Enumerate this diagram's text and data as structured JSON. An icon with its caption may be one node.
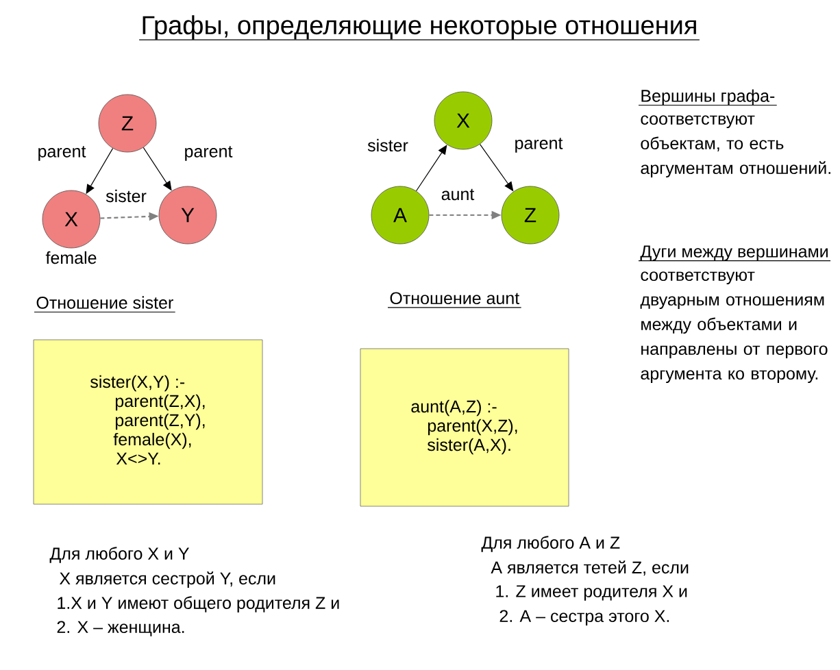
{
  "diagram": {
    "title": "Графы, определяющие некоторые отношения",
    "nodes": [
      {
        "text": [
          "Z"
        ]
      },
      {
        "text": [
          "X"
        ],
        "beside": [
          "female"
        ]
      },
      {
        "text": [
          "Y"
        ]
      },
      {
        "text": [
          "X"
        ]
      },
      {
        "text": [
          "A"
        ]
      },
      {
        "text": [
          "Z"
        ]
      },
      {
        "text": [
          "sister(X,Y) :-",
          "parent(Z,X),",
          "parent(Z,Y),",
          "female(X),",
          "X<>Y."
        ]
      },
      {
        "text": [
          "aunt(A,Z) :-",
          "parent(X,Z),",
          "sister(A,X)."
        ]
      }
    ],
    "edges": [
      {
        "from": 0,
        "to": 1,
        "arrow": "to",
        "label": "parent"
      },
      {
        "from": 0,
        "to": 2,
        "arrow": "to",
        "label": "parent"
      },
      {
        "from": 1,
        "to": 2,
        "arrow": "to",
        "label": "sister",
        "style": "dashed",
        "color": "#808080"
      },
      {
        "from": 4,
        "to": 3,
        "arrow": "to",
        "label": "sister"
      },
      {
        "from": 3,
        "to": 5,
        "arrow": "to",
        "label": "parent"
      },
      {
        "from": 4,
        "to": 5,
        "arrow": "to",
        "label": "aunt",
        "style": "dashed",
        "color": "#808080"
      }
    ],
    "labels": [
      "Отношение sister",
      "Отношение aunt",
      "Вершины графа-",
      "соответствуют объектам, то есть аргументам отношений.",
      "Дуги между вершинами",
      "соответствуют двуарным отношениям между объектами и направлены от первого аргумента ко второму.",
      "Для любого X и Y",
      "X является сестрой Y, если",
      "1.X и Y имеют общего родителя  Z и",
      "2. X – женщина.",
      "Для любого A и Z",
      "A является тетей Z, если",
      "1. Z имеет родителя X и",
      "2.  A – сестра этого X."
    ]
  }
}
